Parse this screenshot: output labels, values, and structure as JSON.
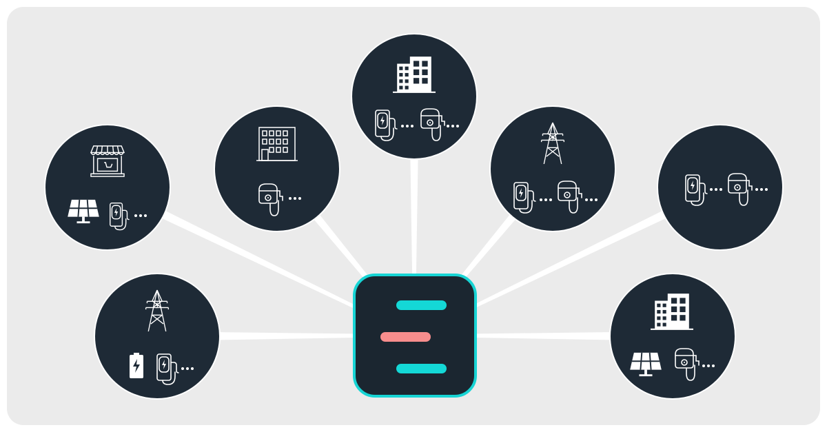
{
  "diagram": {
    "hub": {
      "icon": "hub-logo-icon",
      "bars": [
        "teal",
        "coral",
        "teal"
      ]
    },
    "nodes": [
      {
        "name": "retail-site",
        "icons": [
          "shop-icon",
          "solar-panel-icon",
          "charging-station-icon",
          "more-dots-icon"
        ]
      },
      {
        "name": "office-site",
        "icons": [
          "office-building-icon",
          "wallbox-charger-icon",
          "more-dots-icon"
        ]
      },
      {
        "name": "high-rise-site",
        "icons": [
          "high-rise-building-icon",
          "charging-station-icon",
          "more-dots-icon",
          "wallbox-charger-icon",
          "more-dots-icon"
        ]
      },
      {
        "name": "grid-site",
        "icons": [
          "power-tower-icon",
          "charging-station-icon",
          "more-dots-icon",
          "wallbox-charger-icon",
          "more-dots-icon"
        ]
      },
      {
        "name": "charger-only-site",
        "icons": [
          "charging-station-icon",
          "more-dots-icon",
          "wallbox-charger-icon",
          "more-dots-icon"
        ]
      },
      {
        "name": "grid-battery-site",
        "icons": [
          "power-tower-icon",
          "battery-icon",
          "charging-station-icon",
          "more-dots-icon"
        ]
      },
      {
        "name": "building-solar-site",
        "icons": [
          "high-rise-building-icon",
          "solar-panel-icon",
          "wallbox-charger-icon",
          "more-dots-icon"
        ]
      }
    ]
  },
  "colors": {
    "background": "#ebebeb",
    "node_fill": "#1e2a36",
    "hub_fill": "#1b2630",
    "hub_border": "#17d4d4",
    "teal": "#14d8d6",
    "coral": "#f78d8d",
    "connector": "#ffffff"
  }
}
